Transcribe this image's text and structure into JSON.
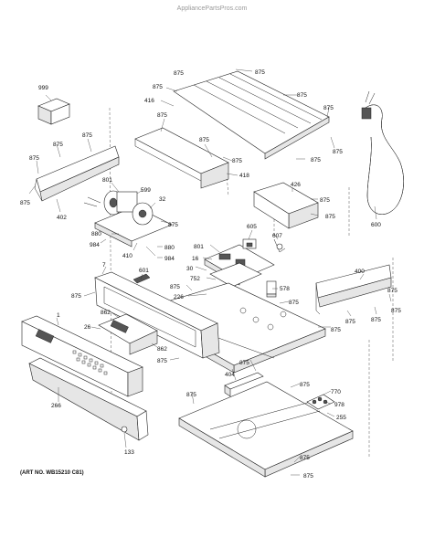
{
  "watermark": "AppliancePartsPros.com",
  "art_number": "(ART NO. WB15210 C81)",
  "callouts": {
    "c875": "875",
    "c999": "999",
    "c416": "416",
    "c418": "418",
    "c801": "801",
    "c599": "599",
    "c32": "32",
    "c402": "402",
    "c880": "880",
    "c984": "984",
    "c410": "410",
    "c426": "426",
    "c600": "600",
    "c605": "605",
    "c16": "16",
    "c30": "30",
    "c607": "607",
    "c752": "752",
    "c226": "226",
    "c578": "578",
    "c400": "400",
    "c7": "7",
    "c601": "601",
    "c862": "862",
    "c26": "26",
    "c1": "1",
    "c266": "266",
    "c404": "404",
    "c770": "770",
    "c978": "978",
    "c255": "255",
    "c133": "133"
  }
}
